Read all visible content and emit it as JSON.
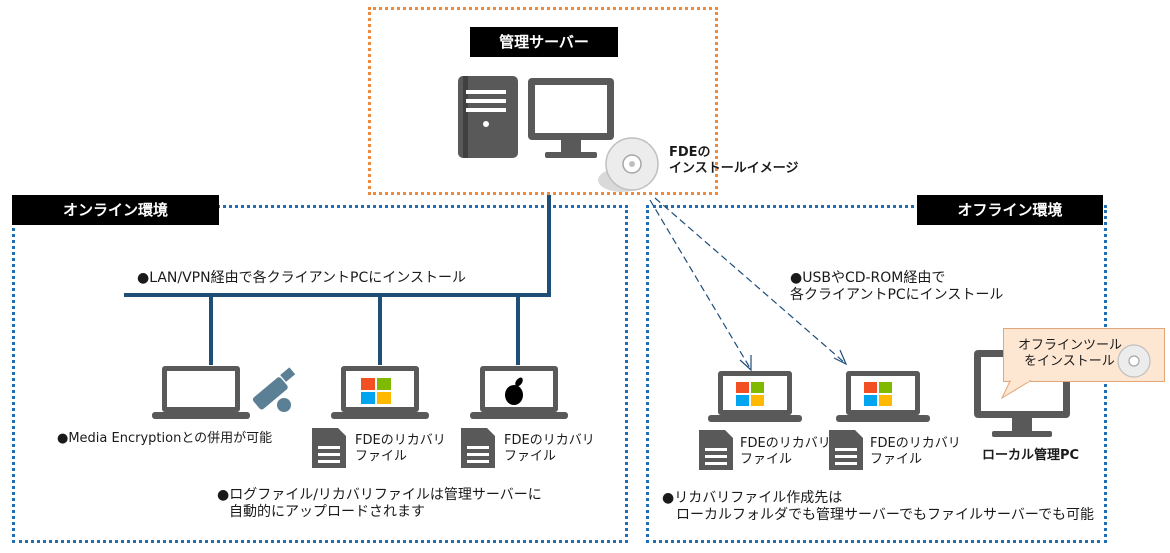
{
  "server": {
    "label": "管理サーバー",
    "image_caption_line1": "FDEの",
    "image_caption_line2": "インストールイメージ"
  },
  "online": {
    "label": "オンライン環境",
    "bus_note": "●LAN/VPN経由で各クライアントPCにインストール",
    "media_note": "●Media Encryptionとの併用が可能",
    "recovery_line1": "FDEのリカバリ",
    "recovery_line2": "ファイル",
    "log_note_line1": "●ログファイル/リカバリファイルは管理サーバーに",
    "log_note_line2": "自動的にアップロードされます"
  },
  "offline": {
    "label": "オフライン環境",
    "usb_note_line1": "●USBやCD-ROM経由で",
    "usb_note_line2": "各クライアントPCにインストール",
    "callout_line1": "オフラインツール",
    "callout_line2": "をインストール",
    "local_pc_label": "ローカル管理PC",
    "recovery_line1": "FDEのリカバリ",
    "recovery_line2": "ファイル",
    "dest_note_line1": "●リカバリファイル作成先は",
    "dest_note_line2": "ローカルフォルダでも管理サーバーでもファイルサーバーでも可能"
  },
  "colors": {
    "network_line": "#1f4e79",
    "zone_border": "#1f6fb7",
    "server_border": "#f0893a",
    "icon_gray": "#595959",
    "usb_blue": "#5b7f95",
    "win_red": "#f25022",
    "win_green": "#7fba00",
    "win_blue": "#00a4ef",
    "win_yellow": "#ffb900",
    "callout_fill": "#fde6d2"
  }
}
